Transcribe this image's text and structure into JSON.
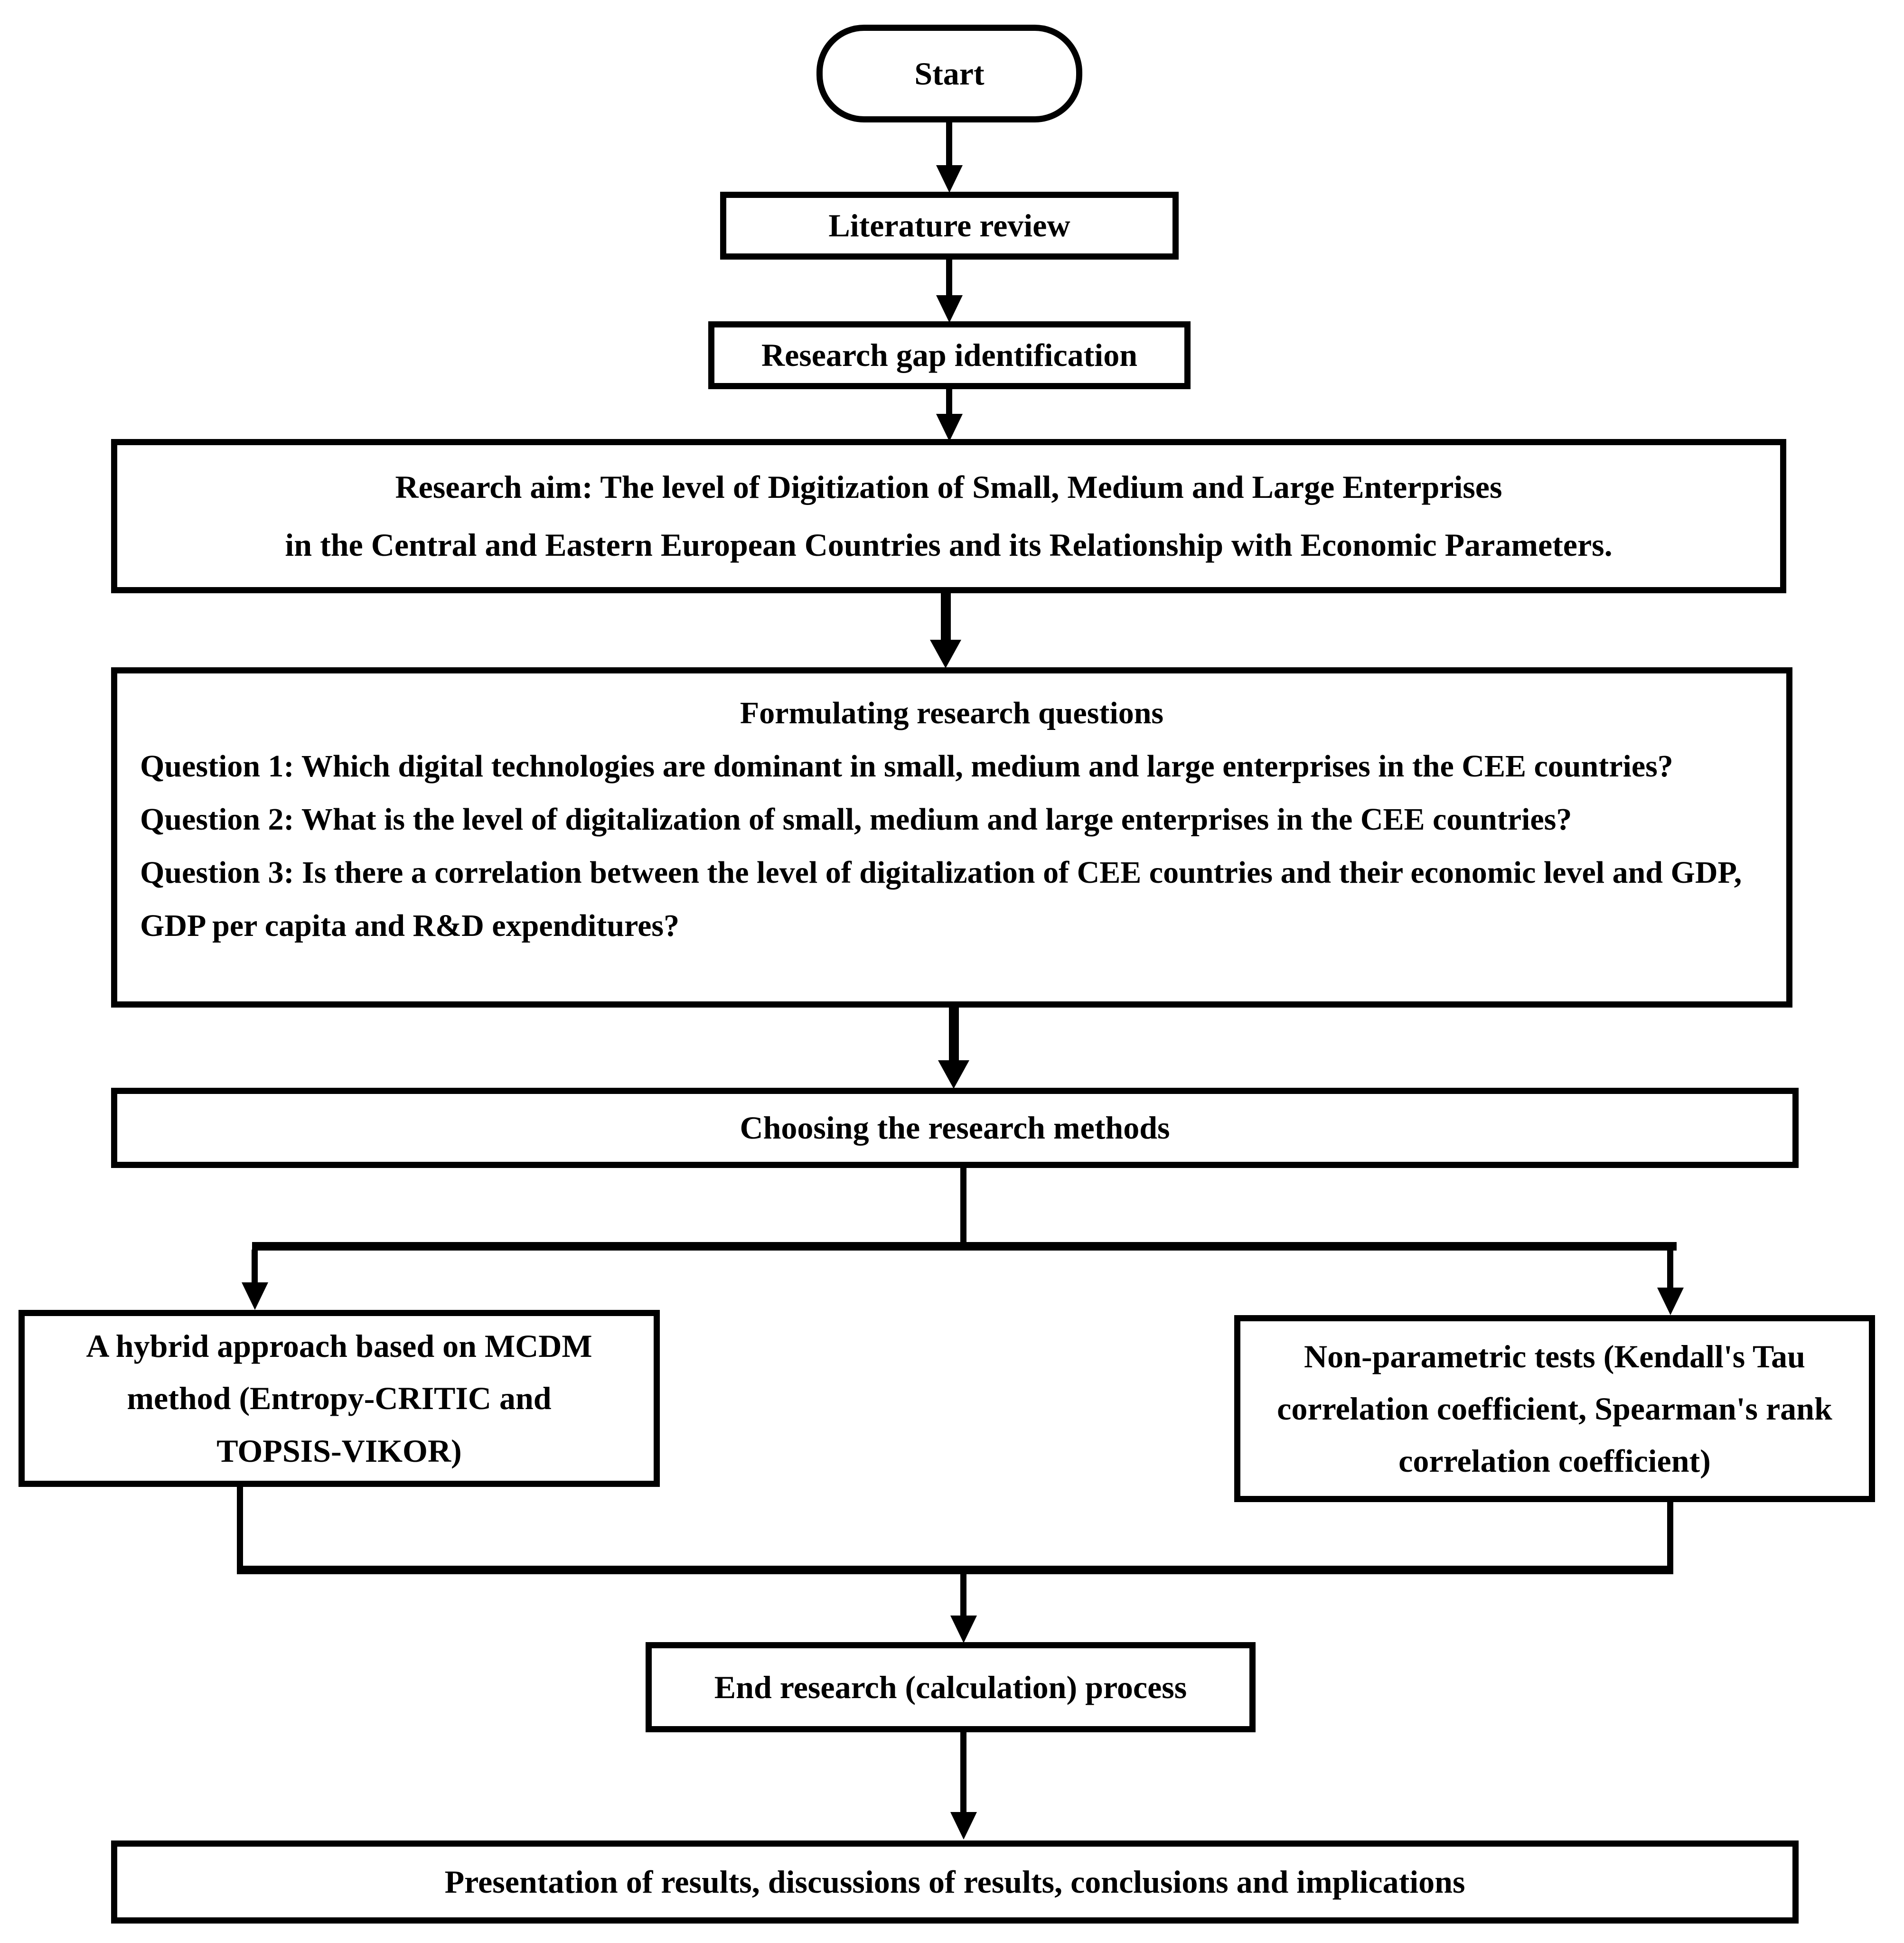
{
  "flowchart": {
    "colors": {
      "line": "#000000",
      "background": "#ffffff",
      "text": "#000000"
    },
    "nodes": {
      "start": {
        "label": "Start"
      },
      "literature": {
        "label": "Literature review"
      },
      "gap": {
        "label": "Research gap identification"
      },
      "aim": {
        "line1": "Research aim: The level of Digitization of Small, Medium and Large Enterprises",
        "line2": "in the Central and Eastern European Countries and its Relationship with Economic Parameters."
      },
      "questions": {
        "title": "Formulating research questions",
        "q1": "Question 1: Which digital technologies are dominant in small, medium and large enterprises in the CEE countries?",
        "q2": "Question 2: What is the level of digitalization of small, medium and large enterprises in the CEE countries?",
        "q3": "Question 3: Is there a correlation between the level of digitalization of CEE countries and their economic level and GDP, GDP per capita and R&D expenditures?"
      },
      "methods": {
        "label": "Choosing the research methods"
      },
      "mcdm": {
        "label": "A hybrid approach based on MCDM method (Entropy-CRITIC and TOPSIS-VIKOR)"
      },
      "nonparametric": {
        "label": "Non-parametric tests (Kendall's Tau correlation coefficient, Spearman's rank correlation coefficient)"
      },
      "end": {
        "label": "End research (calculation) process"
      },
      "presentation": {
        "label": "Presentation of results, discussions of results, conclusions and implications"
      }
    }
  }
}
